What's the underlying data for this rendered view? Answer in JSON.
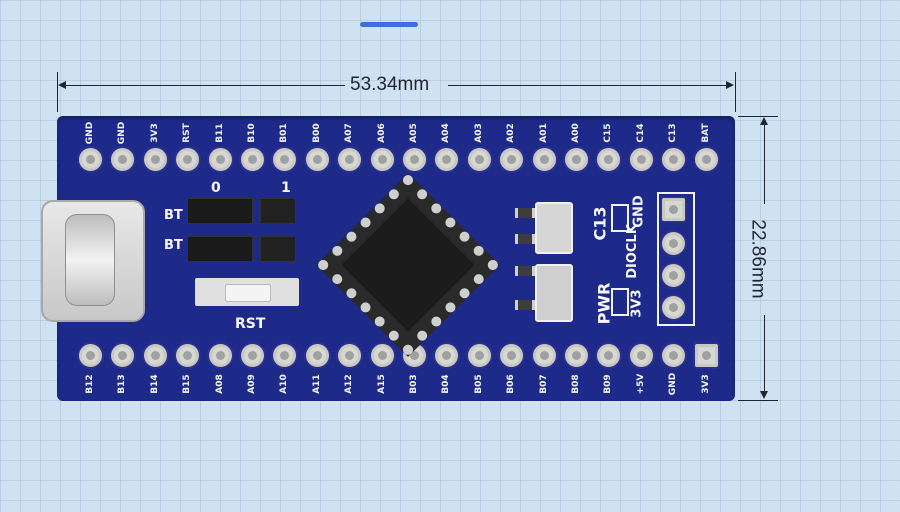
{
  "dimensions": {
    "width_label": "53.34mm",
    "height_label": "22.86mm"
  },
  "colors": {
    "board": "#1d2a8a",
    "background": "#cfe2f1",
    "accent_bar": "#3a6fe0"
  },
  "top_pins": [
    "GND",
    "GND",
    "3V3",
    "RST",
    "B11",
    "B10",
    "B01",
    "B00",
    "A07",
    "A06",
    "A05",
    "A04",
    "A03",
    "A02",
    "A01",
    "A00",
    "C15",
    "C14",
    "C13",
    "BAT"
  ],
  "bottom_pins": [
    "B12",
    "B13",
    "B14",
    "B15",
    "A08",
    "A09",
    "A10",
    "A11",
    "A12",
    "A15",
    "B03",
    "B04",
    "B05",
    "B06",
    "B07",
    "B08",
    "B09",
    "+5V",
    "GND",
    "3V3"
  ],
  "silkscreen": {
    "boot_label_0": "0",
    "boot_label_1": "1",
    "bt0": "BT",
    "bt1": "BT",
    "rst": "RST",
    "c13": "C13",
    "pwr": "PWR",
    "swd_gnd": "GND",
    "swd_clk": "DIOCLK",
    "swd_3v3": "3V3"
  }
}
